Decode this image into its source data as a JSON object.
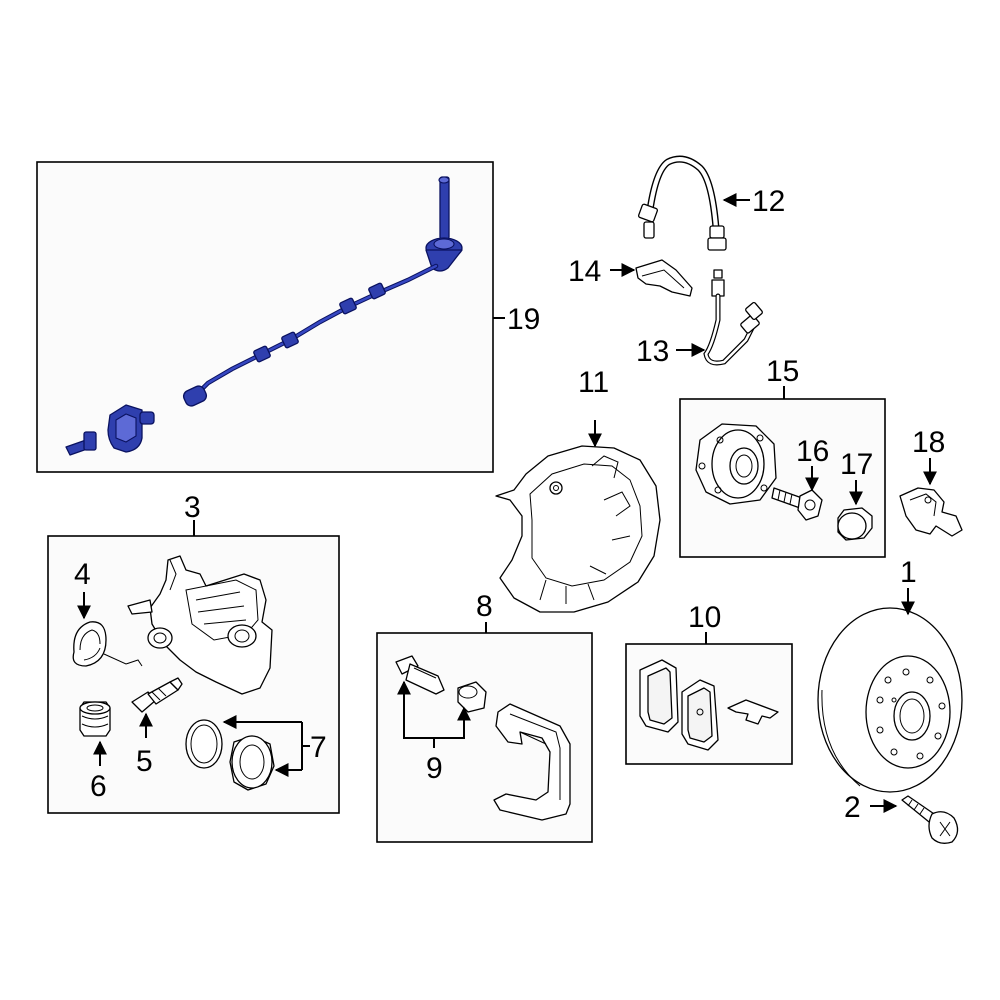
{
  "callouts": {
    "c1": "1",
    "c2": "2",
    "c3": "3",
    "c4": "4",
    "c5": "5",
    "c6": "6",
    "c7": "7",
    "c8": "8",
    "c9": "9",
    "c10": "10",
    "c11": "11",
    "c12": "12",
    "c13": "13",
    "c14": "14",
    "c15": "15",
    "c16": "16",
    "c17": "17",
    "c18": "18",
    "c19": "19"
  },
  "colors": {
    "highlight_part": "#2f3fae",
    "line": "#000000",
    "background": "#ffffff"
  }
}
